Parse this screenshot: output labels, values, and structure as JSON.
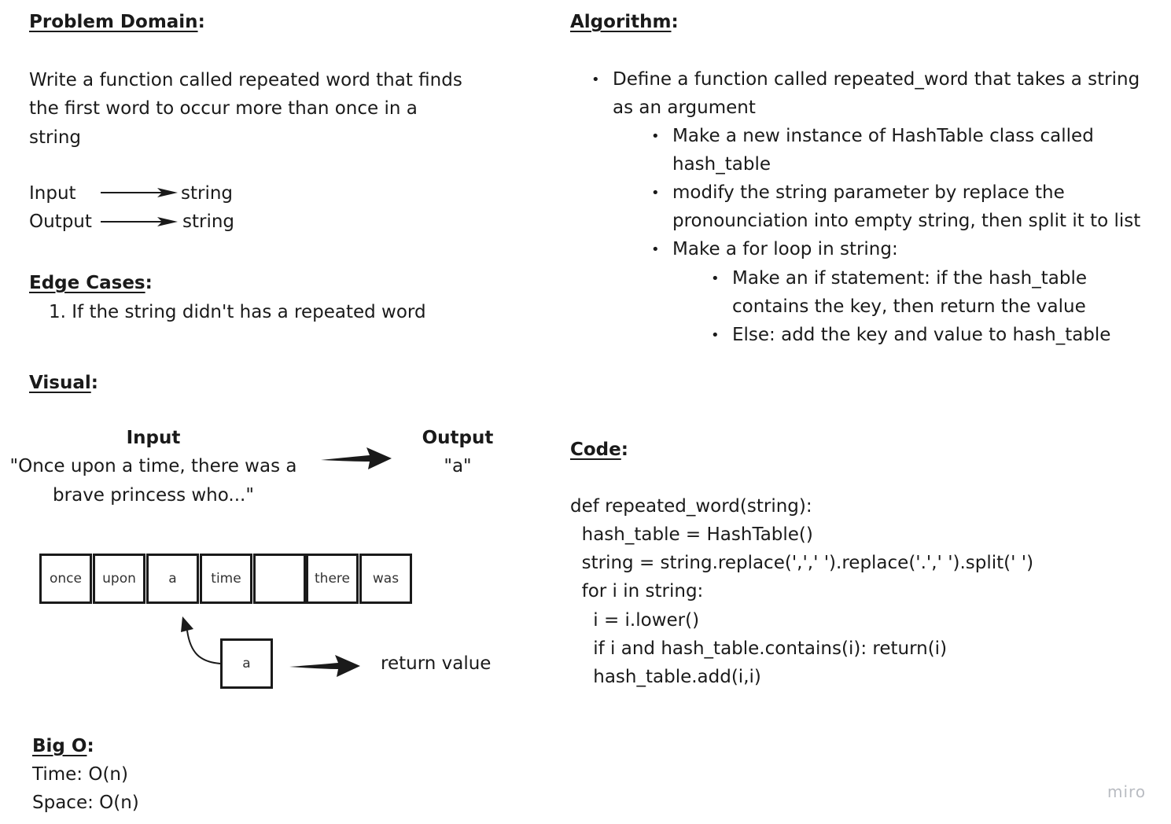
{
  "problem": {
    "heading": "Problem Domain",
    "lines": [
      "Write a function called repeated word that finds",
      "the first word to occur more than once in a",
      "string"
    ],
    "input_label": "Input",
    "input_value": "string",
    "output_label": "Output",
    "output_value": "string"
  },
  "edge": {
    "heading": "Edge Cases",
    "item": "1. If the string didn't has a repeated word"
  },
  "visual": {
    "heading": "Visual",
    "input_title": "Input",
    "input_lines": [
      "\"Once upon a time, there was a",
      "brave princess who...\""
    ],
    "output_title": "Output",
    "output_value": "\"a\"",
    "boxes": [
      "once",
      "upon",
      "a",
      "time",
      "",
      "there",
      "was"
    ],
    "result_box": "a",
    "return_label": "return value"
  },
  "bigo": {
    "heading": "Big O",
    "time": "Time: O(n)",
    "space": "Space: O(n)"
  },
  "algorithm": {
    "heading": "Algorithm",
    "l1": [
      "Define a function called repeated_word that takes a string",
      "as an argument"
    ],
    "l2a": [
      "Make a new instance of HashTable class called",
      "hash_table"
    ],
    "l2b": [
      "modify the string parameter by replace the",
      "pronounciation into empty string, then split it to list"
    ],
    "l2c": "Make a for loop in string:",
    "l3a": [
      "Make an if statement: if the hash_table",
      "contains the key, then return the value"
    ],
    "l3b": "Else: add the key and value to hash_table",
    "bullet": "•"
  },
  "code": {
    "heading": "Code",
    "lines": [
      "def repeated_word(string):",
      "  hash_table = HashTable()",
      "  string = string.replace(',',' ').replace('.',' ').split(' ')",
      "  for i in string:",
      "    i = i.lower()",
      "    if i and hash_table.contains(i): return(i)",
      "    hash_table.add(i,i)"
    ]
  },
  "watermark": "miro"
}
